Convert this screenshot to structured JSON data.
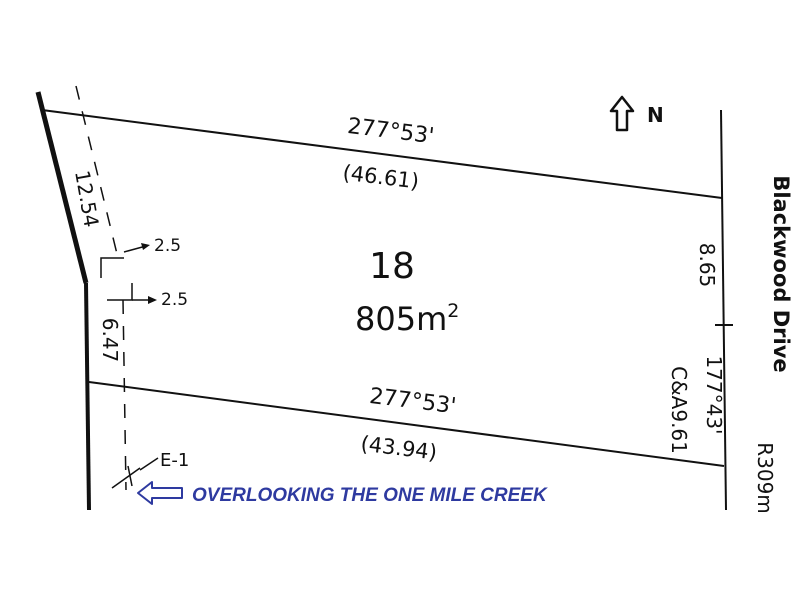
{
  "lot": {
    "number": "18",
    "area": "805m",
    "area_unit_sup": "2"
  },
  "north": {
    "label": "N"
  },
  "road": {
    "name": "Blackwood Drive",
    "radius": "R309m"
  },
  "boundaries": {
    "north_bearing": "277°53'",
    "north_length": "(46.61)",
    "south_bearing": "277°53'",
    "south_length": "(43.94)",
    "east_top_length": "8.65",
    "east_curve_bearing": "177°43'",
    "east_curve_chord": "C&A9.61",
    "west_upper_length": "12.54",
    "west_lower_length": "6.47"
  },
  "easement": {
    "label": "E-1",
    "setback_1": "2.5",
    "setback_2": "2.5"
  },
  "annotation": {
    "text": "OVERLOOKING THE ONE MILE CREEK",
    "color": "#2e3aa0"
  }
}
